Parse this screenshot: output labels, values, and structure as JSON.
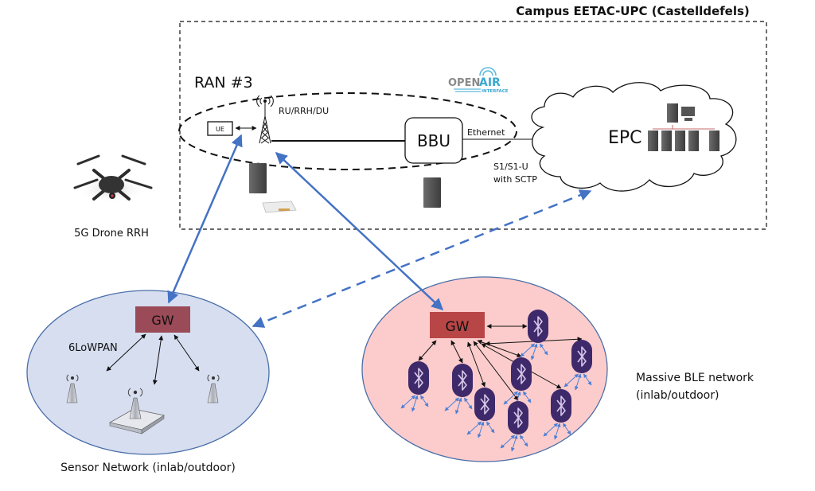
{
  "title": "Campus EETAC-UPC (Castelldefels)",
  "ran": {
    "label": "RAN #3",
    "ue_label": "UE",
    "tower_label": "RU/RRH/DU",
    "bbu_label": "BBU",
    "ethernet_label": "Ethernet",
    "s1_label_line1": "S1/S1-U",
    "s1_label_line2": "with SCTP",
    "logo_open": "OPEN",
    "logo_air": "AIR",
    "logo_interface": "INTERFACE"
  },
  "epc": {
    "label": "EPC"
  },
  "drone": {
    "label": "5G Drone RRH"
  },
  "sensor_network": {
    "gw_label": "GW",
    "protocol_label": "6LoWPAN",
    "caption": "Sensor Network (inlab/outdoor)"
  },
  "ble_network": {
    "gw_label": "GW",
    "caption_line1": "Massive BLE network",
    "caption_line2": "(inlab/outdoor)",
    "node_count": 8
  },
  "colors": {
    "link_blue": "#4472c4",
    "gw_sensor": "#9b4a58",
    "gw_ble": "#b84646",
    "sensor_bg": "#d6def0",
    "ble_bg": "#fccccc",
    "ble_node": "#3e2a6b",
    "ellipse_stroke": "#4a6ea8"
  }
}
